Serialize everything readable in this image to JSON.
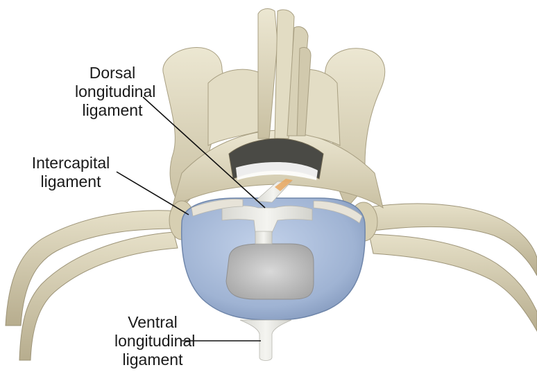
{
  "labels": {
    "dorsal": [
      "Dorsal",
      "longitudinal",
      "ligament"
    ],
    "intercapital": [
      "Intercapital",
      "ligament"
    ],
    "ventral": [
      "Ventral",
      "longitudinal",
      "ligament"
    ]
  },
  "colors": {
    "bone": "#ddd6bd",
    "bone_shadow": "#a89f82",
    "disc": "#a9bddb",
    "disc_edge": "#6f86aa",
    "nucleus": "#c8c8c8",
    "ligament": "#ecebe6",
    "leader_line": "#111111"
  }
}
